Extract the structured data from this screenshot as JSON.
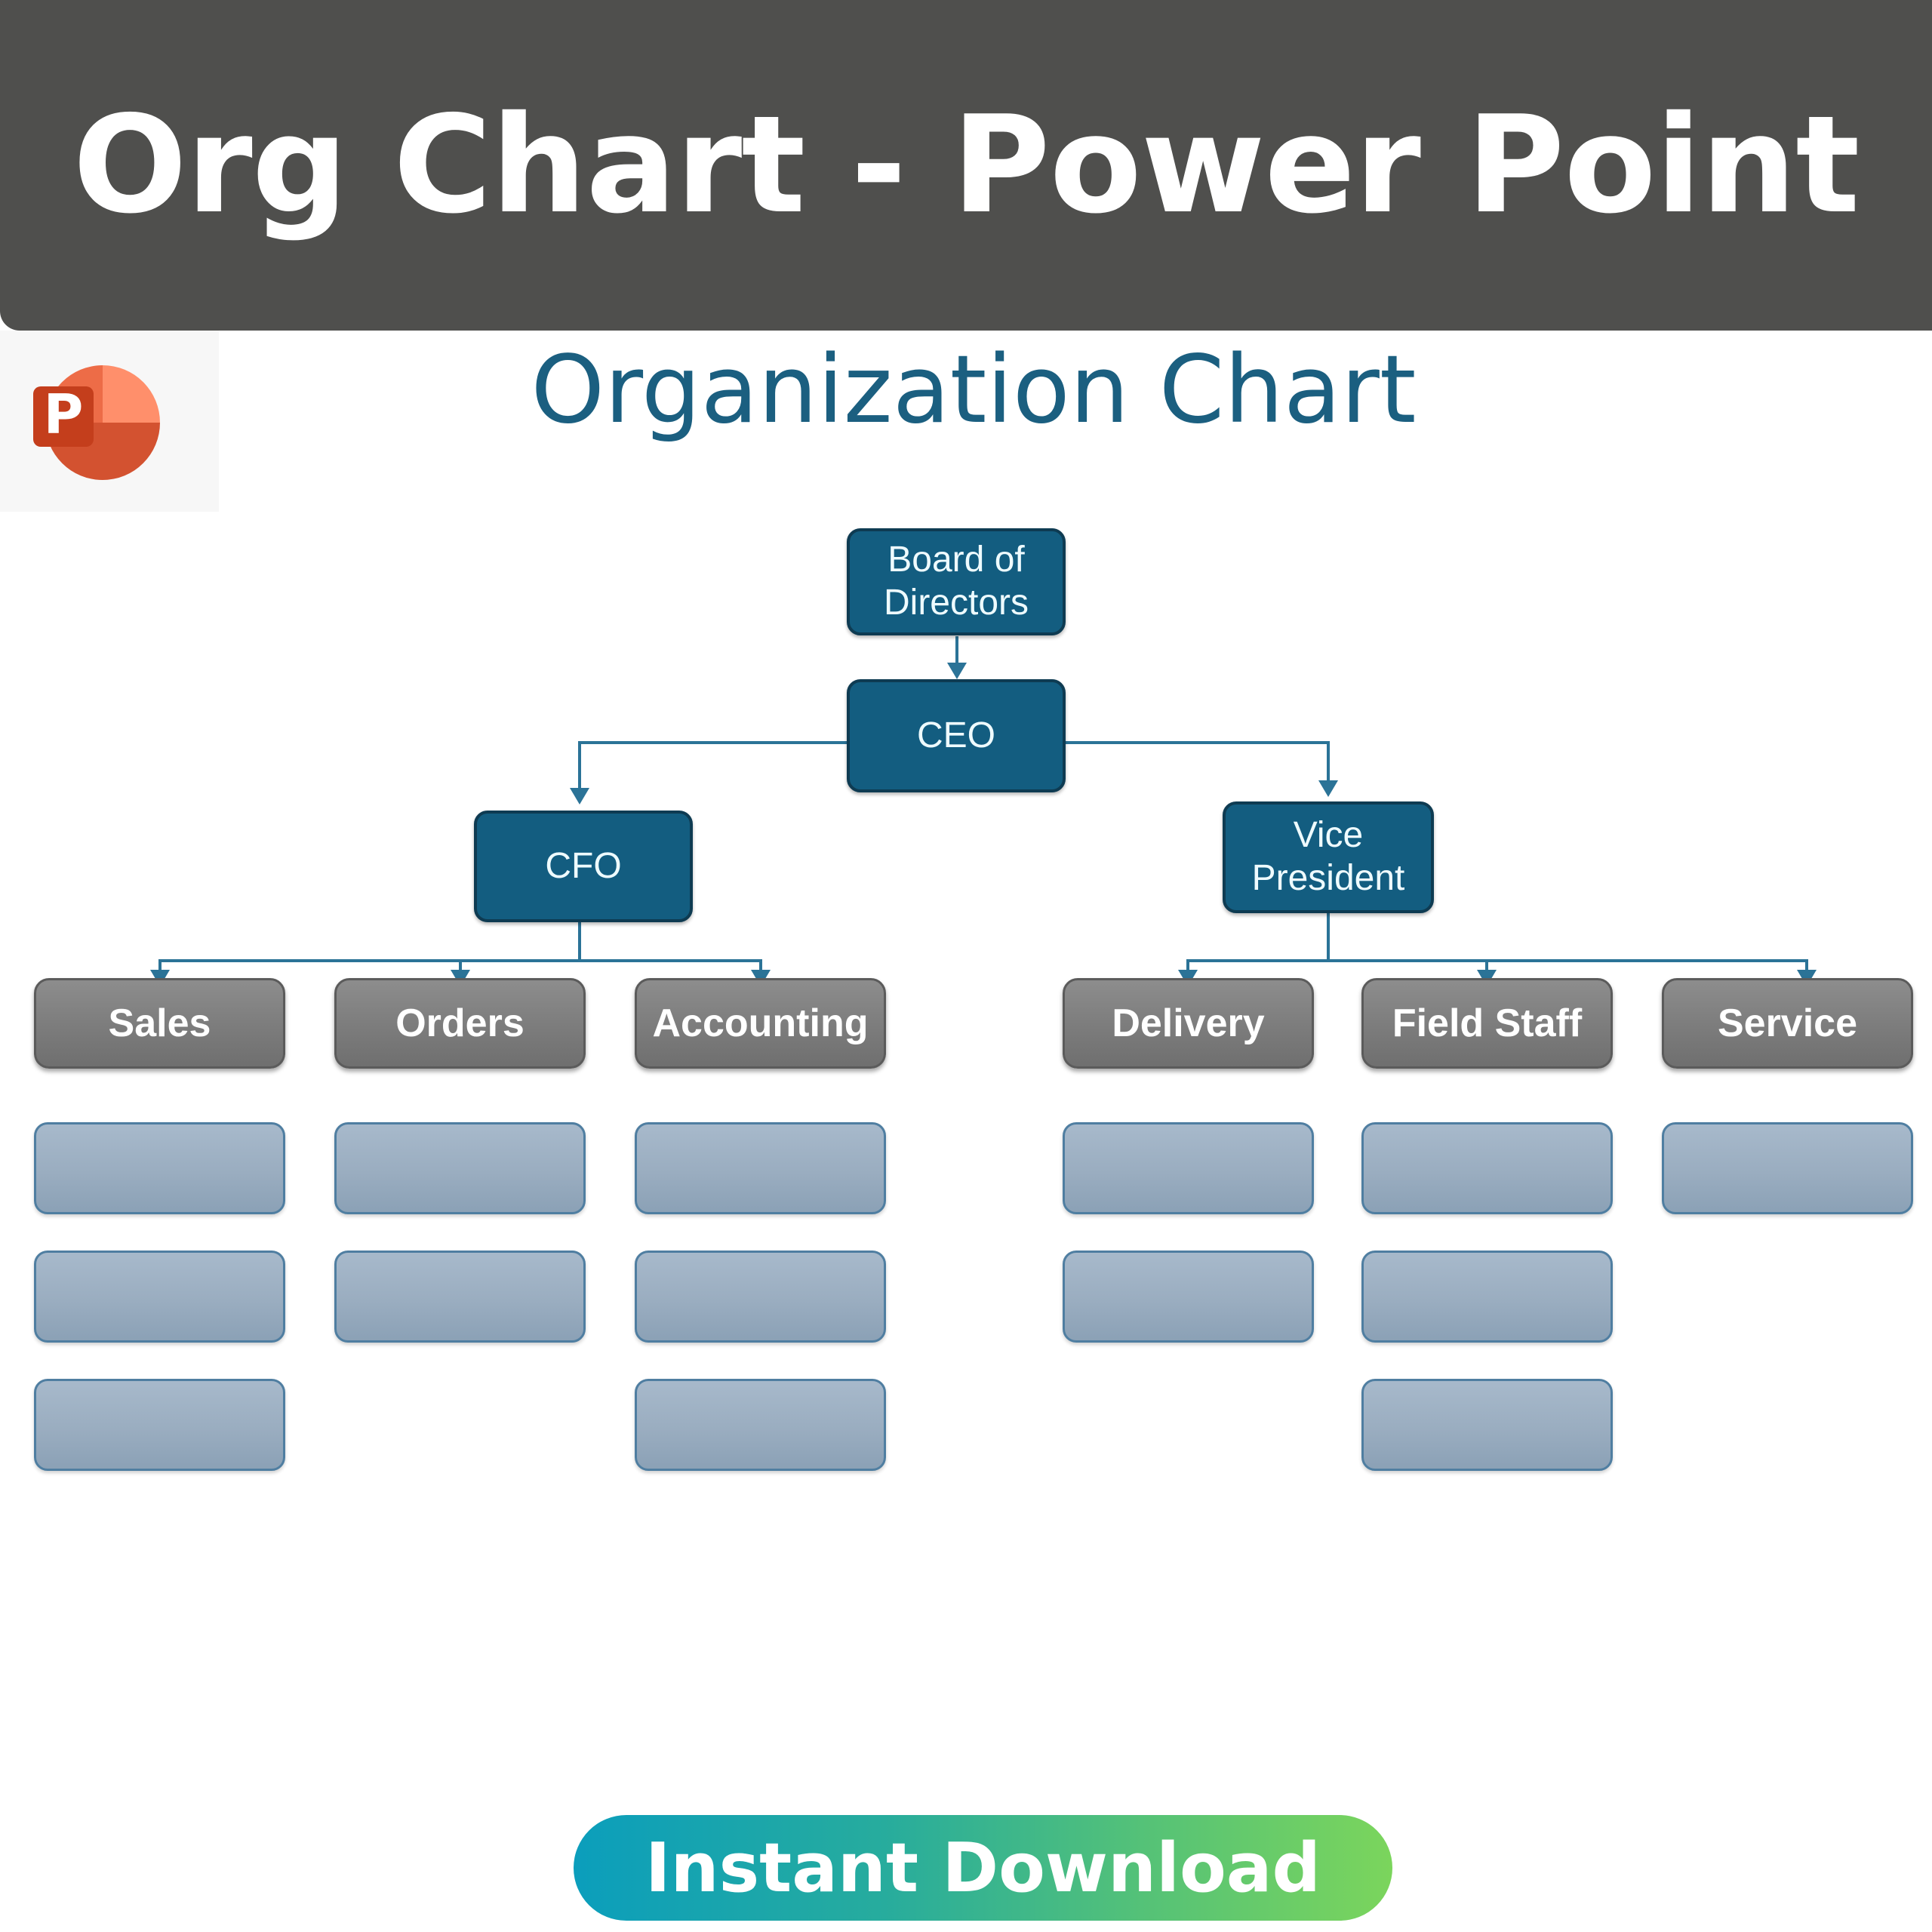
{
  "header": {
    "title": "Org Chart - Power Point",
    "background_color": "#4f4f4d",
    "text_color": "#ffffff"
  },
  "logo": {
    "name": "powerpoint-logo",
    "letter": "P",
    "tile_background": "#f7f7f7",
    "colors": {
      "tile_dark": "#c43e1c",
      "quadrant_top_left": "#ed6c47",
      "quadrant_top_right": "#ff8f6b",
      "quadrant_bottom": "#d35230"
    }
  },
  "chart_data": {
    "type": "diagram",
    "title": "Organization Chart",
    "title_color": "#1b5f80",
    "colors": {
      "executive_fill": "#135d80",
      "executive_border": "#0e3b52",
      "executive_text": "#eefbff",
      "department_fill": "#7e7e7e",
      "department_text": "#ffffff",
      "placeholder_fill": "#9aadc0",
      "placeholder_border": "#4f7ea1",
      "connector": "#2b7397"
    },
    "levels": [
      {
        "level": 1,
        "nodes": [
          {
            "id": "board",
            "label": "Board of Directors",
            "style": "executive"
          }
        ]
      },
      {
        "level": 2,
        "nodes": [
          {
            "id": "ceo",
            "label": "CEO",
            "style": "executive",
            "parent": "board"
          }
        ]
      },
      {
        "level": 3,
        "nodes": [
          {
            "id": "cfo",
            "label": "CFO",
            "style": "executive",
            "parent": "ceo"
          },
          {
            "id": "vp",
            "label": "Vice President",
            "style": "executive",
            "parent": "ceo"
          }
        ]
      },
      {
        "level": 4,
        "nodes": [
          {
            "id": "sales",
            "label": "Sales",
            "style": "department",
            "parent": "cfo",
            "placeholders": 3
          },
          {
            "id": "orders",
            "label": "Orders",
            "style": "department",
            "parent": "cfo",
            "placeholders": 2
          },
          {
            "id": "accounting",
            "label": "Accounting",
            "style": "department",
            "parent": "cfo",
            "placeholders": 3
          },
          {
            "id": "delivery",
            "label": "Delivery",
            "style": "department",
            "parent": "vp",
            "placeholders": 2
          },
          {
            "id": "fieldstaff",
            "label": "Field Staff",
            "style": "department",
            "parent": "vp",
            "placeholders": 3
          },
          {
            "id": "service",
            "label": "Service",
            "style": "department",
            "parent": "vp",
            "placeholders": 1
          }
        ]
      }
    ],
    "node_labels": {
      "board": "Board of Directors",
      "ceo": "CEO",
      "cfo": "CFO",
      "vp": "Vice President",
      "sales": "Sales",
      "orders": "Orders",
      "accounting": "Accounting",
      "delivery": "Delivery",
      "fieldstaff": "Field Staff",
      "service": "Service"
    },
    "placeholder_counts": [
      3,
      2,
      3,
      2,
      3,
      1
    ],
    "placeholder_total": 14,
    "notes": "Blank light-blue placeholder boxes below each department; no text inside."
  },
  "cta": {
    "label": "Instant Download",
    "gradient_start": "#0b9ebc",
    "gradient_end": "#7bd55c",
    "text_color": "#ffffff"
  }
}
